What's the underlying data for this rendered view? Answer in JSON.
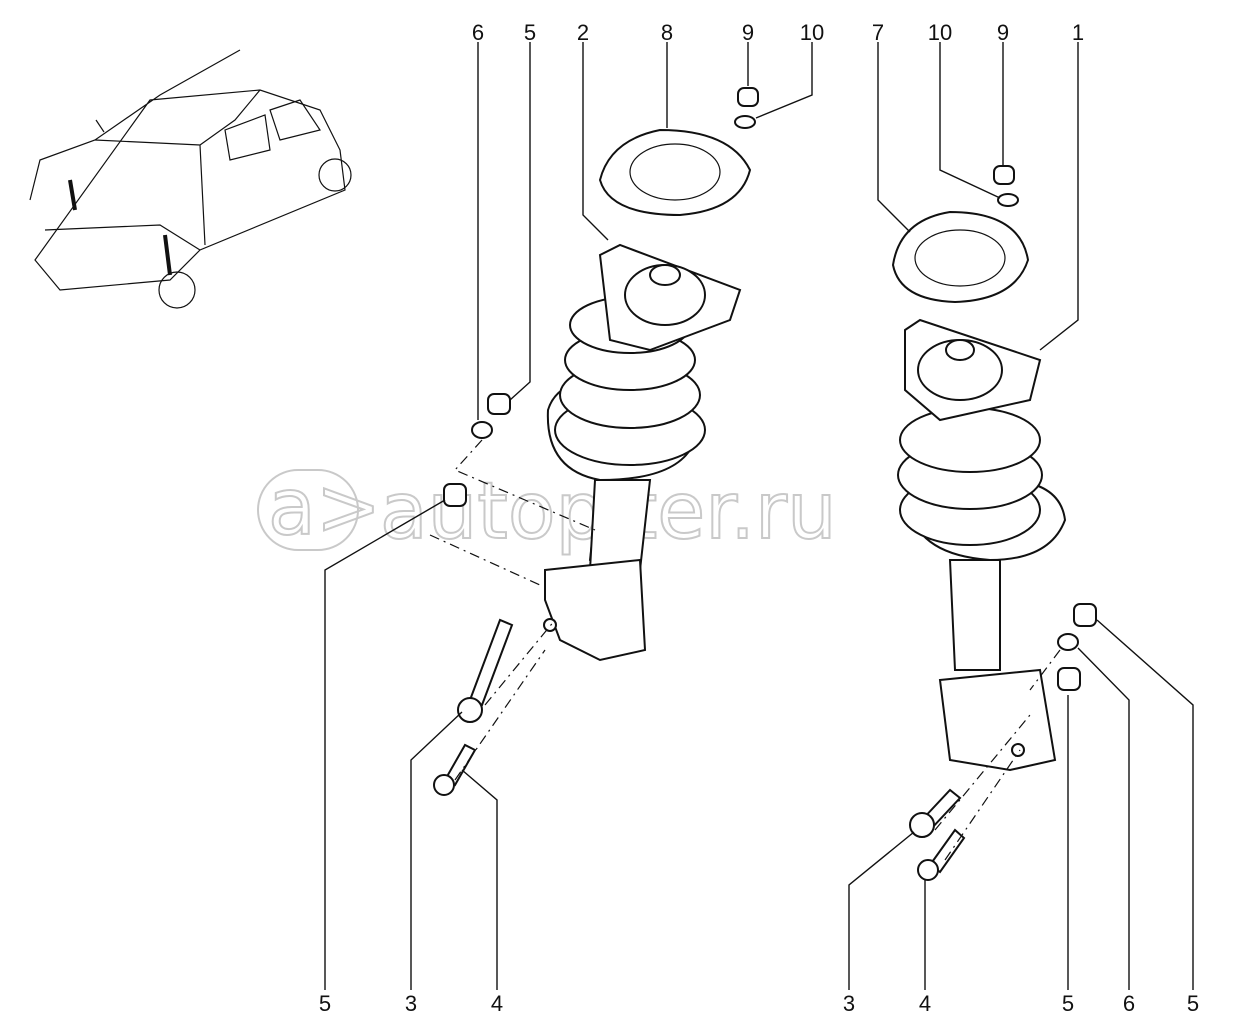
{
  "diagram": {
    "title": "Front suspension strut assembly",
    "watermark": "autopiter.ru",
    "callouts_top": [
      "6",
      "5",
      "2",
      "8",
      "9",
      "10",
      "7",
      "10",
      "9",
      "1"
    ],
    "callouts_bottom": [
      "5",
      "3",
      "4",
      "3",
      "4",
      "5",
      "6",
      "5"
    ]
  }
}
